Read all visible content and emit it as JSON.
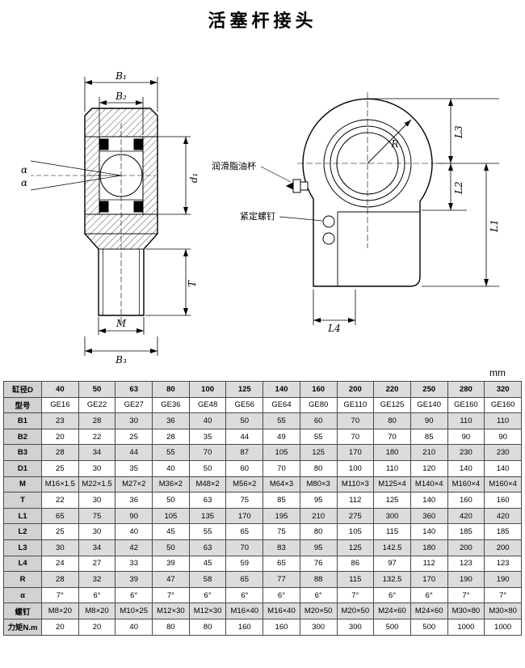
{
  "title": "活塞杆接头",
  "unit": "mm",
  "drawing": {
    "dim_labels": {
      "b1": "B₁",
      "b2": "B₂",
      "b3": "B₃",
      "d1": "d₁",
      "t": "T",
      "m": "M",
      "alpha": "α",
      "r": "R",
      "l1": "L1",
      "l2": "L2",
      "l3": "L3",
      "l4": "L4"
    },
    "annotations": {
      "grease_cup": "润滑脂油杯",
      "set_screw": "紧定螺钉"
    }
  },
  "table": {
    "rows": [
      {
        "label": "缸径D",
        "values": [
          "40",
          "50",
          "63",
          "80",
          "100",
          "125",
          "140",
          "160",
          "200",
          "220",
          "250",
          "280",
          "320"
        ]
      },
      {
        "label": "型号",
        "values": [
          "GE16",
          "GE22",
          "GE27",
          "GE36",
          "GE48",
          "GE56",
          "GE64",
          "GE80",
          "GE110",
          "GE125",
          "GE140",
          "GE160",
          "GE160"
        ]
      },
      {
        "label": "B1",
        "values": [
          "23",
          "28",
          "30",
          "36",
          "40",
          "50",
          "55",
          "60",
          "70",
          "80",
          "90",
          "110",
          "110"
        ]
      },
      {
        "label": "B2",
        "values": [
          "20",
          "22",
          "25",
          "28",
          "35",
          "44",
          "49",
          "55",
          "70",
          "70",
          "85",
          "90",
          "90"
        ]
      },
      {
        "label": "B3",
        "values": [
          "28",
          "34",
          "44",
          "55",
          "70",
          "87",
          "105",
          "125",
          "170",
          "180",
          "210",
          "230",
          "230"
        ]
      },
      {
        "label": "D1",
        "values": [
          "25",
          "30",
          "35",
          "40",
          "50",
          "60",
          "70",
          "80",
          "100",
          "110",
          "120",
          "140",
          "140"
        ]
      },
      {
        "label": "M",
        "values": [
          "M16×1.5",
          "M22×1.5",
          "M27×2",
          "M36×2",
          "M48×2",
          "M56×2",
          "M64×3",
          "M80×3",
          "M110×3",
          "M125×4",
          "M140×4",
          "M160×4",
          "M160×4"
        ]
      },
      {
        "label": "T",
        "values": [
          "22",
          "30",
          "36",
          "50",
          "63",
          "75",
          "85",
          "95",
          "112",
          "125",
          "140",
          "160",
          "160"
        ]
      },
      {
        "label": "L1",
        "values": [
          "65",
          "75",
          "90",
          "105",
          "135",
          "170",
          "195",
          "210",
          "275",
          "300",
          "360",
          "420",
          "420"
        ]
      },
      {
        "label": "L2",
        "values": [
          "25",
          "30",
          "40",
          "45",
          "55",
          "65",
          "75",
          "80",
          "105",
          "115",
          "140",
          "185",
          "185"
        ]
      },
      {
        "label": "L3",
        "values": [
          "30",
          "34",
          "42",
          "50",
          "63",
          "70",
          "83",
          "95",
          "125",
          "142.5",
          "180",
          "200",
          "200"
        ]
      },
      {
        "label": "L4",
        "values": [
          "24",
          "27",
          "33",
          "39",
          "45",
          "59",
          "65",
          "76",
          "86",
          "97",
          "112",
          "123",
          "123"
        ]
      },
      {
        "label": "R",
        "values": [
          "28",
          "32",
          "39",
          "47",
          "58",
          "65",
          "77",
          "88",
          "115",
          "132.5",
          "170",
          "190",
          "190"
        ]
      },
      {
        "label": "α",
        "values": [
          "7°",
          "6°",
          "6°",
          "7°",
          "6°",
          "6°",
          "6°",
          "6°",
          "7°",
          "6°",
          "6°",
          "7°",
          "7°"
        ]
      },
      {
        "label": "螺钉",
        "values": [
          "M8×20",
          "M8×20",
          "M10×25",
          "M12×30",
          "M12×30",
          "M16×40",
          "M16×40",
          "M20×50",
          "M20×50",
          "M24×60",
          "M24×60",
          "M30×80",
          "M30×80"
        ]
      },
      {
        "label": "力矩N.m",
        "values": [
          "20",
          "20",
          "40",
          "80",
          "80",
          "160",
          "160",
          "300",
          "300",
          "500",
          "500",
          "1000",
          "1000"
        ]
      }
    ]
  }
}
